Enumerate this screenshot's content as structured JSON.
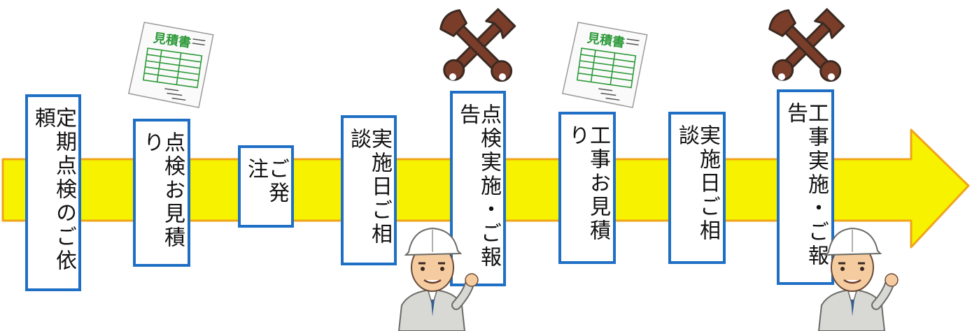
{
  "colors": {
    "arrow_fill": "#f7f200",
    "arrow_stroke": "#f0a418",
    "box_border": "#1f6fc5",
    "text": "#111111",
    "doc_accent": "#2e9a3a",
    "wrench": "#7a3d2a"
  },
  "icons": {
    "estimate_doc": "estimate-document-icon",
    "tools": "crossed-wrenches-icon",
    "worker": "worker-hardhat-icon"
  },
  "estimate_doc_title": "見積書",
  "steps": [
    {
      "label": "定期点検のご依頼"
    },
    {
      "label": "点検お見積り"
    },
    {
      "label": "ご発注"
    },
    {
      "label": "実施日ご相談"
    },
    {
      "label": "点検実施・ご報告"
    },
    {
      "label": "工事お見積り"
    },
    {
      "label": "実施日ご相談"
    },
    {
      "label": "工事実施・ご報告"
    }
  ]
}
